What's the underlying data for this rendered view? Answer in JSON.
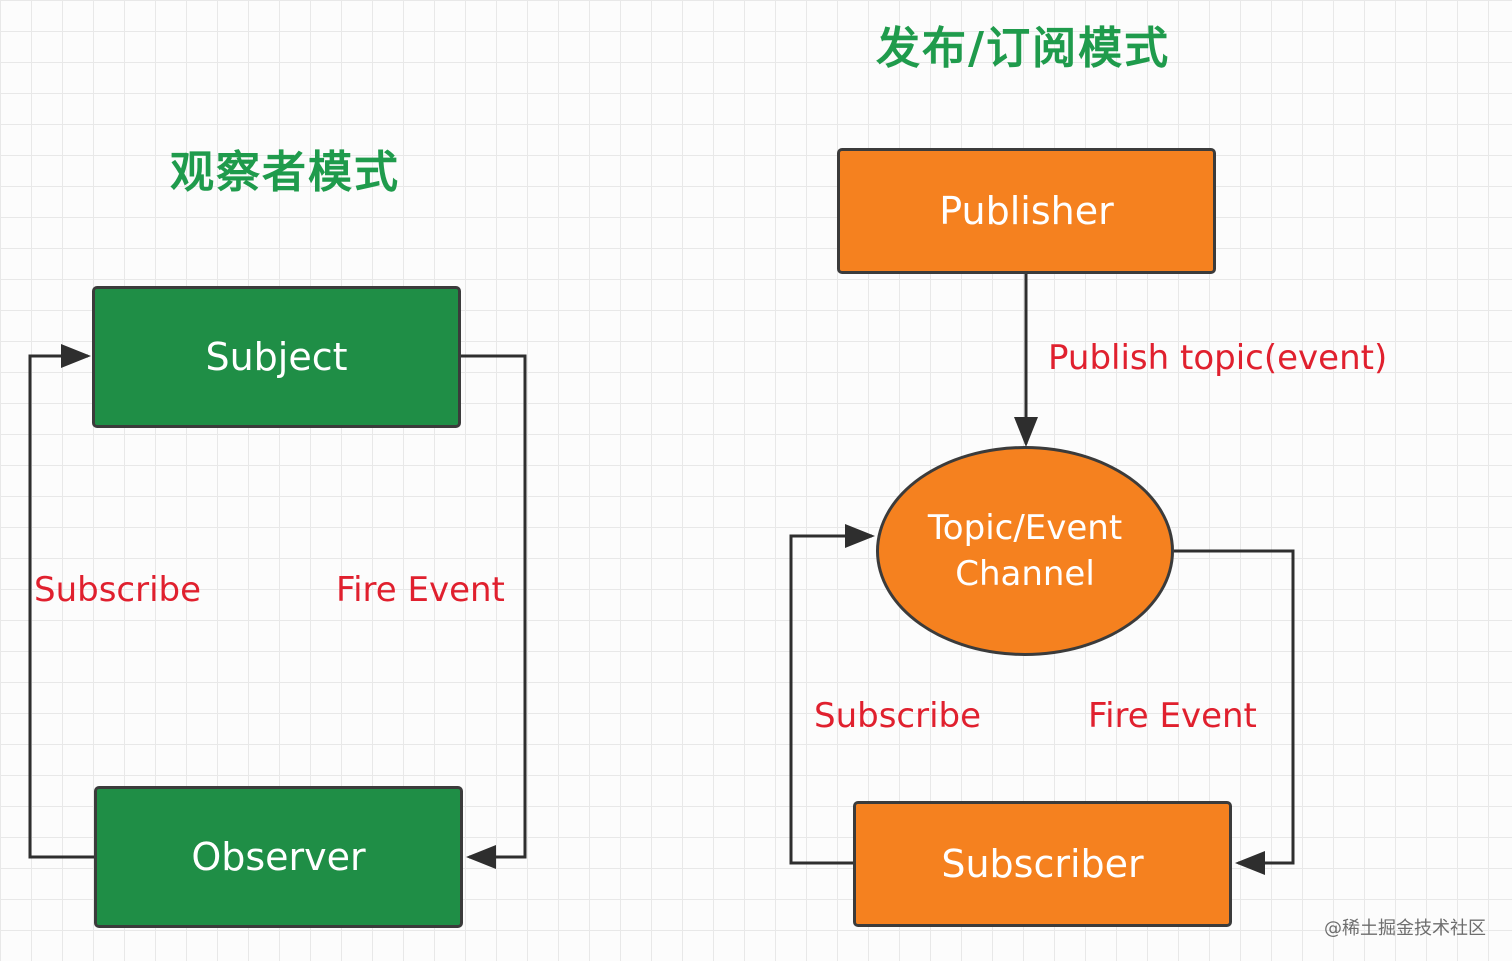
{
  "observer_pattern": {
    "title": "观察者模式",
    "subject": "Subject",
    "observer": "Observer",
    "subscribe_label": "Subscribe",
    "fire_event_label": "Fire Event"
  },
  "pubsub_pattern": {
    "title": "发布/订阅模式",
    "publisher": "Publisher",
    "publish_label": "Publish topic(event)",
    "channel_line1": "Topic/Event",
    "channel_line2": "Channel",
    "subscriber": "Subscriber",
    "subscribe_label": "Subscribe",
    "fire_event_label": "Fire Event"
  },
  "watermark": "@稀土掘金技术社区",
  "colors": {
    "green_box": "#1f8e46",
    "orange_box": "#f5811f",
    "title_green": "#1f9b4c",
    "label_red": "#e0202e",
    "stroke": "#3b3b3b"
  }
}
